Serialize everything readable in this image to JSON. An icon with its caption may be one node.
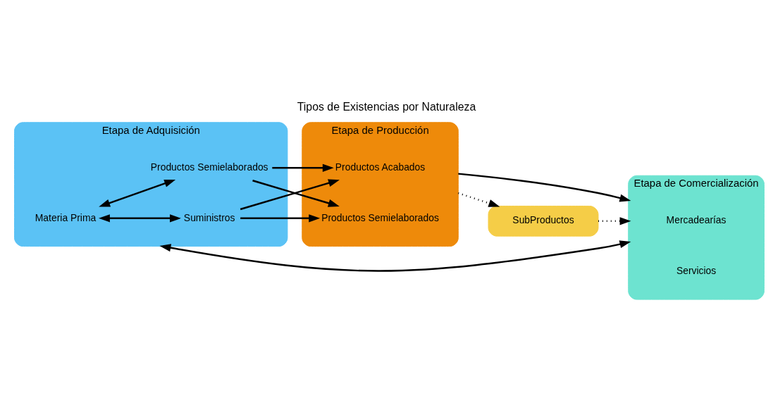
{
  "diagram": {
    "title": "Tipos de Existencias por Naturaleza",
    "nodes": [
      {
        "text": [
          "Etapa de Adquisición"
        ]
      },
      {
        "text": [
          "Materia Prima"
        ],
        "in": 0
      },
      {
        "text": [
          "Suministros"
        ],
        "in": 0
      },
      {
        "text": [
          "Productos Semielaborados"
        ],
        "in": 0
      },
      {
        "text": [
          "Etapa de Producción"
        ]
      },
      {
        "text": [
          "Productos Acabados"
        ],
        "in": 4
      },
      {
        "text": [
          "Productos Semielaborados"
        ],
        "in": 4
      },
      {
        "text": [
          "Etapa de Comercialización"
        ]
      },
      {
        "text": [
          "Mercadearías"
        ],
        "in": 7
      },
      {
        "text": [
          "Servicios"
        ],
        "in": 7
      },
      {
        "text": [
          "SubProductos"
        ]
      }
    ],
    "edges": [
      {
        "from": 1,
        "to": 2,
        "arrow": "both"
      },
      {
        "from": 1,
        "to": 3,
        "arrow": "both"
      },
      {
        "from": 2,
        "to": 5,
        "arrow": "to"
      },
      {
        "from": 2,
        "to": 6,
        "arrow": "to"
      },
      {
        "from": 3,
        "to": 5,
        "arrow": "to"
      },
      {
        "from": 3,
        "to": 6,
        "arrow": "to"
      },
      {
        "from": 4,
        "to": 7,
        "arrow": "to"
      },
      {
        "from": 4,
        "to": 10,
        "arrow": "to",
        "style": "dashed"
      },
      {
        "from": 10,
        "to": 7,
        "arrow": "to",
        "style": "dashed"
      },
      {
        "from": 0,
        "to": 7,
        "arrow": "both"
      }
    ]
  }
}
